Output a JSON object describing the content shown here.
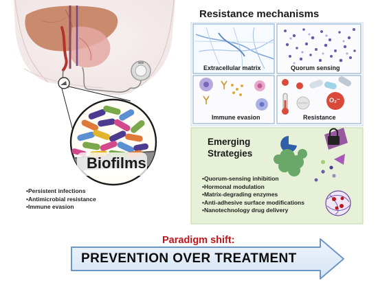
{
  "resistance_mechanisms": {
    "title": "Resistance mechanisms",
    "panels": [
      {
        "label": "Extracellular matrix"
      },
      {
        "label": "Quorum sensing"
      },
      {
        "label": "Immune evasion"
      },
      {
        "label": "Resistance"
      }
    ],
    "o2_label": "O₂⁻"
  },
  "biofilm": {
    "label": "Biofilms",
    "consequences": [
      "•Persistent infections",
      "•Antimicrobial resistance",
      "•Immune evasion"
    ]
  },
  "emerging_strategies": {
    "title_line1": "Emerging",
    "title_line2": "Strategies",
    "items": [
      "•Quorum-sensing inhibition",
      "•Hormonal modulation",
      "•Matrix-degrading enzymes",
      "•Anti-adhesive surface modifications",
      "•Nanotechnology drug delivery"
    ]
  },
  "conclusion": {
    "kicker": "Paradigm shift:",
    "headline": "PREVENTION OVER TREATMENT"
  },
  "colors": {
    "paradigm_red": "#c0161b",
    "arrow_fill": "#dde9f7",
    "arrow_stroke": "#6c95c7",
    "panel_border": "#8fb1d3",
    "strategies_bg": "#e6f1d7",
    "liver": "#c98a6e",
    "biofilm_purple": "#4b3c8f"
  }
}
